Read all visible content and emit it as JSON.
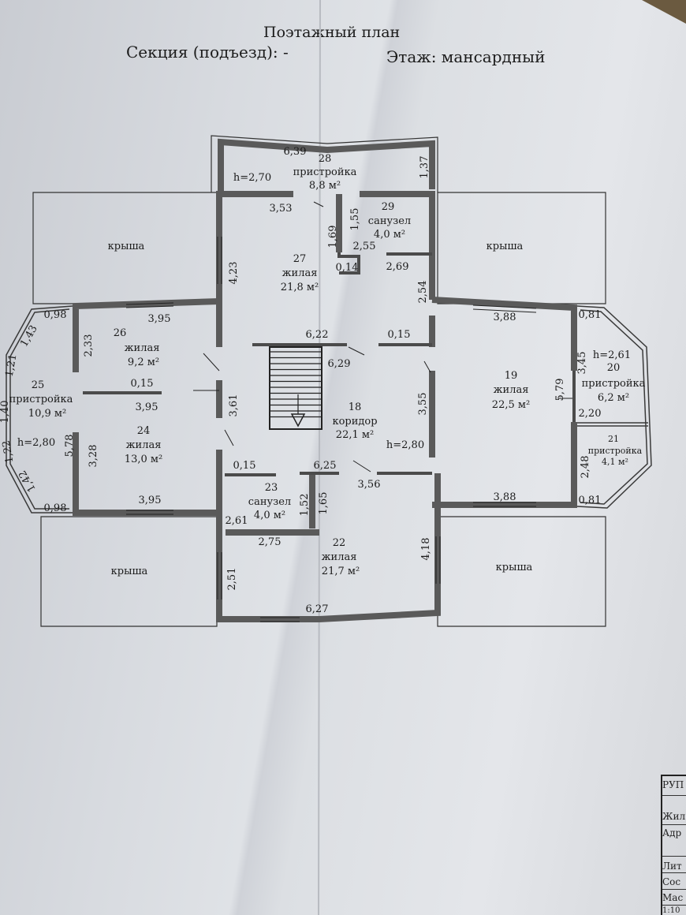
{
  "header": {
    "title": "Поэтажный план",
    "section": "Секция (подъезд): -",
    "floor": "Этаж: мансардный"
  },
  "rooms": {
    "r28": {
      "num": "28",
      "name": "пристройка",
      "area": "8,8 м²"
    },
    "r29": {
      "num": "29",
      "name": "санузел",
      "area": "4,0 м²"
    },
    "r27": {
      "num": "27",
      "name": "жилая",
      "area": "21,8 м²"
    },
    "r26": {
      "num": "26",
      "name": "жилая",
      "area": "9,2  м²"
    },
    "r25": {
      "num": "25",
      "name": "пристройка",
      "area": "10,9 м²"
    },
    "r24": {
      "num": "24",
      "name": "жилая",
      "area": "13,0 м²"
    },
    "r18": {
      "num": "18",
      "name": "коридор",
      "area": "22,1 м²"
    },
    "r19": {
      "num": "19",
      "name": "жилая",
      "area": "22,5 м²"
    },
    "r20": {
      "num": "20",
      "name": "пристройка",
      "area": "6,2 м²"
    },
    "r21": {
      "num": "21",
      "name": "пристройка",
      "area": "4,1 м²"
    },
    "r23": {
      "num": "23",
      "name": "санузел",
      "area": "4,0 м²"
    },
    "r22": {
      "num": "22",
      "name": "жилая",
      "area": "21,7 м²"
    }
  },
  "roof_label": "крыша",
  "heights": {
    "h270": "h=2,70",
    "h261": "h=2,61",
    "h280a": "h=2,80",
    "h280b": "h=2,80"
  },
  "dims": {
    "d639": "6,39",
    "d137": "1,37",
    "d353": "3,53",
    "d155": "1,55",
    "d169": "1,69",
    "d255": "2,55",
    "d014": "0,14",
    "d269": "2,69",
    "d423": "4,23",
    "d254": "2,54",
    "d098a": "0,98",
    "d395a": "3,95",
    "d143": "1,43",
    "d233": "2,33",
    "d622": "6,22",
    "d015a": "0,15",
    "d629": "6,29",
    "d388a": "3,88",
    "d081a": "0,81",
    "d345": "3,45",
    "d121": "1,21",
    "d015b": "0,15",
    "d361": "3,61",
    "d579": "5,79",
    "d355": "3,55",
    "d395b": "3,95",
    "d140": "1,40",
    "d220": "2,20",
    "d578": "5,78",
    "d328": "3,28",
    "d122": "1,22",
    "d015c": "0,15",
    "d625": "6,25",
    "d248": "2,48",
    "d356": "3,56",
    "d142": "1,42",
    "d098b": "0,98",
    "d395c": "3,95",
    "d152": "1,52",
    "d165": "1,65",
    "d388b": "3,88",
    "d081b": "0,81",
    "d261": "2,61",
    "d275": "2,75",
    "d418": "4,18",
    "d251": "2,51",
    "d627": "6,27"
  },
  "stamp": {
    "r1": "РУП",
    "r2": "Жил",
    "r3": "Адр",
    "r4": "Лит",
    "r5": "Сос",
    "r6": "Мас",
    "r7": "1:10"
  }
}
